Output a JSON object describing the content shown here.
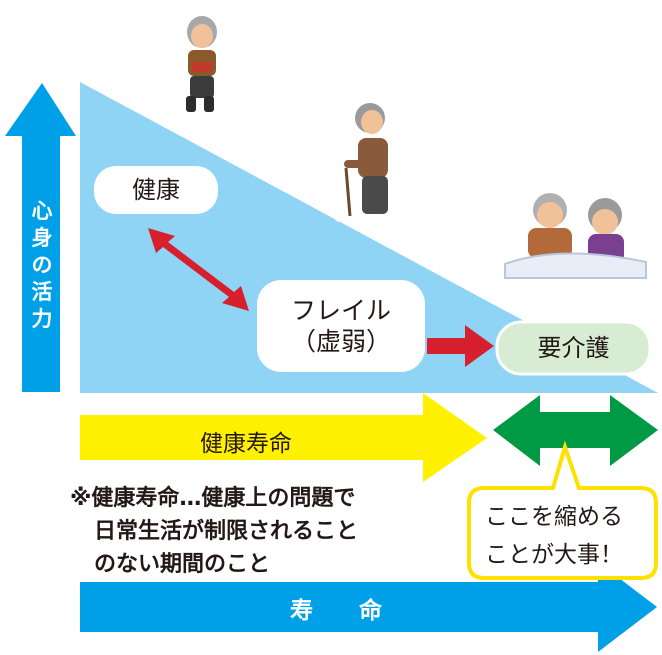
{
  "vertical_axis_label": "心身の活力",
  "stages": {
    "healthy": "健康",
    "frailty_line1": "フレイル",
    "frailty_line2": "（虚弱）",
    "care_needed": "要介護"
  },
  "healthy_life_expectancy_label": "健康寿命",
  "definition_note": {
    "line1": "※健康寿命…健康上の問題で",
    "line2": "日常生活が制限されること",
    "line3": "のない期間のこと"
  },
  "callout": {
    "line1": "ここを縮める",
    "line2": "ことが大事！"
  },
  "lifespan_label": "寿　　命",
  "colors": {
    "triangle": "#8fd3f5",
    "blue_arrow": "#00a0e9",
    "yellow_arrow": "#fff100",
    "green": "#009944",
    "red_arrow": "#d7202e",
    "care_box": "#d7ecd3",
    "callout_border": "#ffe100"
  },
  "illustrations": [
    "elderly-active-walking-person",
    "elderly-frail-person-with-cane",
    "elderly-bedridden-couple-care"
  ]
}
